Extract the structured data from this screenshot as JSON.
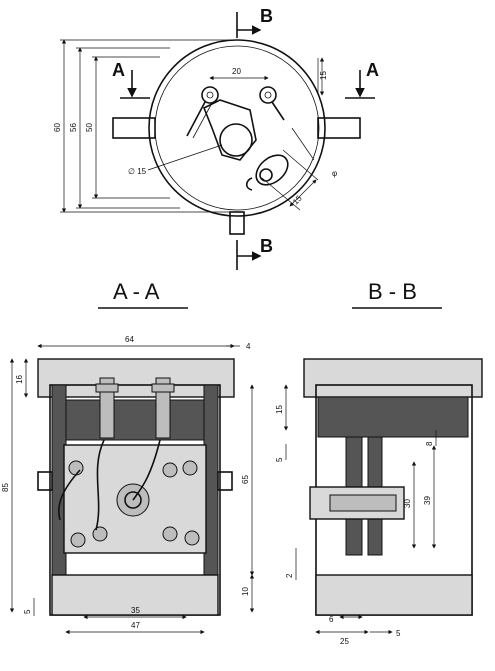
{
  "section_marks": {
    "a": "A",
    "b": "B"
  },
  "titles": {
    "aa": "A - A",
    "bb": "B - B"
  },
  "top_view_dims": {
    "width_20": "20",
    "height_15": "15",
    "dia_15": "∅ 15",
    "d60": "60",
    "d56": "56",
    "d50": "50",
    "slot_15": "15",
    "phi": "φ"
  },
  "aa_dims": {
    "d64": "64",
    "d4": "4",
    "d16": "16",
    "d85": "85",
    "d65": "65",
    "d10": "10",
    "d5": "5",
    "d35": "35",
    "d47": "47"
  },
  "bb_dims": {
    "d15": "15",
    "d8": "8",
    "d5": "5",
    "d30": "30",
    "d39": "39",
    "d2": "2",
    "d6": "6",
    "d25": "25",
    "d5b": "5"
  }
}
